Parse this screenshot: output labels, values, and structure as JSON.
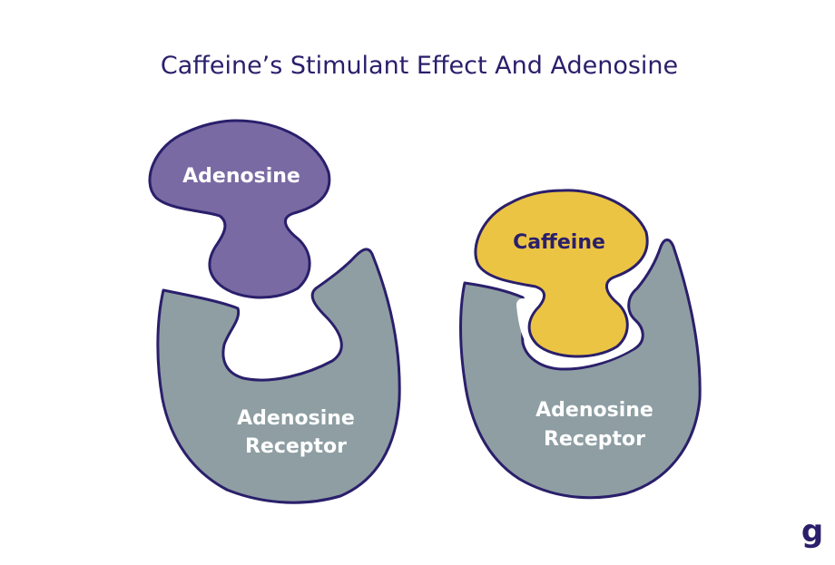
{
  "title": "Caffeine’s Stimulant Effect And Adenosine",
  "colors": {
    "navy": "#2a1f6b",
    "adenosine_fill": "#7a6aa3",
    "caffeine_fill": "#ecc443",
    "receptor_fill": "#8e9ea3",
    "background": "#ffffff"
  },
  "left_panel": {
    "molecule_label": "Adenosine",
    "receptor_label_line1": "Adenosine",
    "receptor_label_line2": "Receptor"
  },
  "right_panel": {
    "molecule_label": "Caffeine",
    "receptor_label_line1": "Adenosine",
    "receptor_label_line2": "Receptor"
  },
  "logo": {
    "glyph": "g",
    "icon": "brand-logo-icon"
  }
}
